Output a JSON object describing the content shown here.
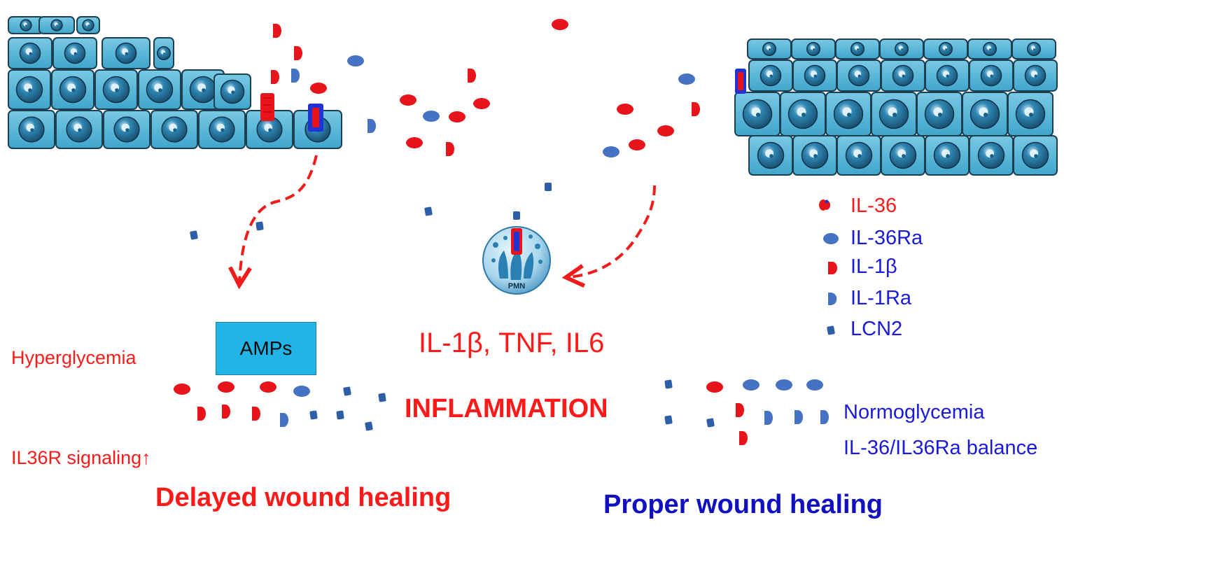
{
  "labels": {
    "amps": "AMPs",
    "pmn": "PMN",
    "cytokines": "IL-1β, TNF, IL6",
    "hyperglycemia": "Hyperglycemia",
    "il36r_signaling": "IL36R signaling↑",
    "inflammation": "INFLAMMATION",
    "normoglycemia": "Normoglycemia",
    "balance": "IL-36/IL36Ra balance",
    "delayed": "Delayed wound healing",
    "proper": "Proper wound healing"
  },
  "legend": [
    {
      "marker": "il36-icon",
      "label": "IL-36",
      "color": "#ff1a1a"
    },
    {
      "marker": "il36ra-icon",
      "label": "IL-36Ra",
      "color": "#1a1adb"
    },
    {
      "marker": "il1b-icon",
      "label": "IL-1β",
      "color": "#1a1adb"
    },
    {
      "marker": "il1ra-icon",
      "label": "IL-1Ra",
      "color": "#1a1adb"
    },
    {
      "marker": "lcn2-icon",
      "label": "LCN2",
      "color": "#1a1adb"
    }
  ],
  "colors": {
    "cell": "#54b6d6",
    "cell_edge": "#1c3f52",
    "nucleus": "#2e82ad",
    "red_marker": "#e8141c",
    "blue_marker": "#4672c4",
    "arrow": "#ee1c1c",
    "amps_box": "#21b4e6"
  }
}
